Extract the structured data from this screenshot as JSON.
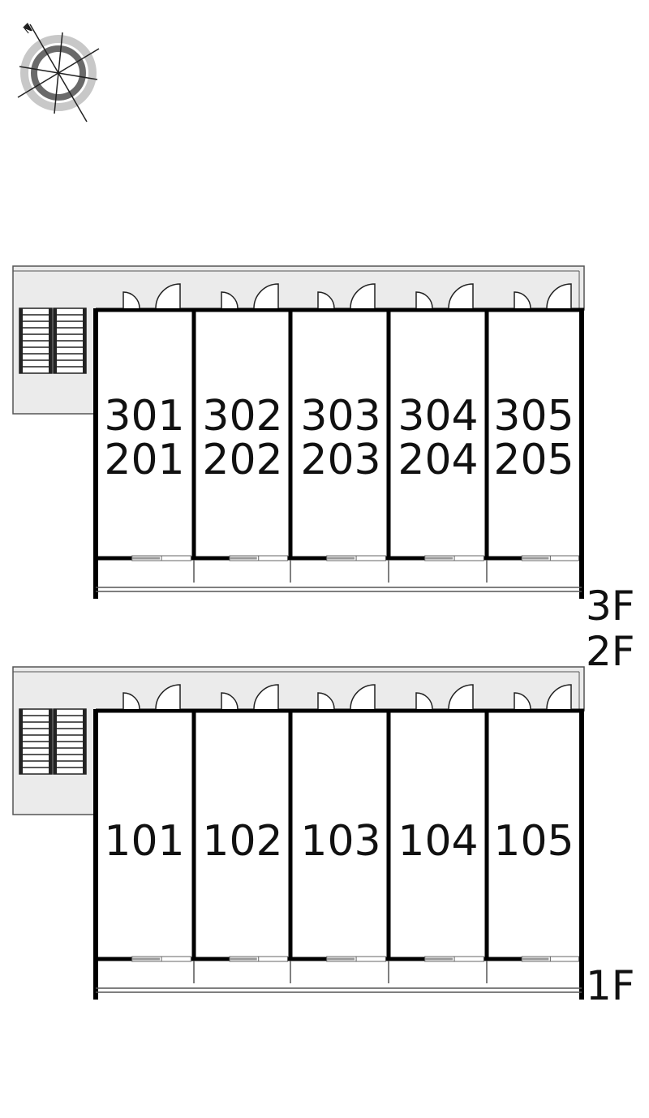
{
  "compass": {
    "icon": "compass-north-icon",
    "north_letter": "N"
  },
  "upper_block": {
    "floor_labels": [
      "3F",
      "2F"
    ],
    "units": [
      {
        "top": "301",
        "bottom": "201"
      },
      {
        "top": "302",
        "bottom": "202"
      },
      {
        "top": "303",
        "bottom": "203"
      },
      {
        "top": "304",
        "bottom": "204"
      },
      {
        "top": "305",
        "bottom": "205"
      }
    ]
  },
  "lower_block": {
    "floor_labels": [
      "1F"
    ],
    "units": [
      {
        "top": "101"
      },
      {
        "top": "102"
      },
      {
        "top": "103"
      },
      {
        "top": "104"
      },
      {
        "top": "105"
      }
    ]
  },
  "colors": {
    "corridor": "#ebebeb",
    "wall": "#000000",
    "line": "#555555",
    "window": "#9a9a9a"
  }
}
